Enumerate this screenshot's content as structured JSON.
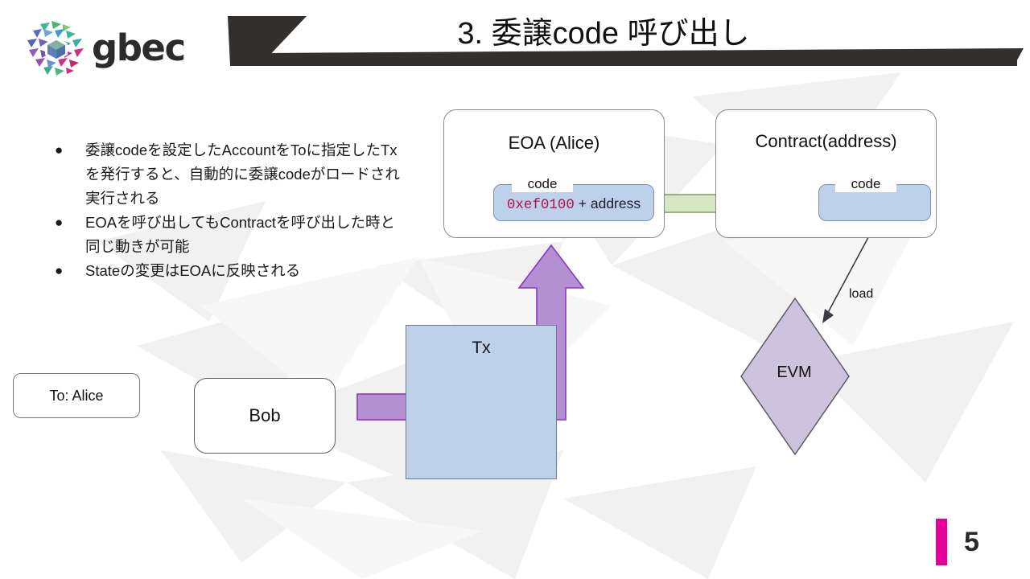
{
  "slide": {
    "page_number": "5",
    "accent_color": "#e5009a",
    "header_bar_color": "#33302d",
    "box_fill_blue": "#bdd2ea",
    "arrow_green": "#d6e7c3",
    "arrow_purple": "#b48fd1",
    "evm_fill": "#cec3de"
  },
  "header": {
    "logo_word": "gbec",
    "logo_mark_name": "gbec-hexagon-mosaic",
    "title": "3. 委譲code 呼び出し"
  },
  "bullets": [
    {
      "marker": "●",
      "text": "委譲codeを設定したAccountをToに指定したTxを発行すると、自動的に委譲codeがロードされ実行される"
    },
    {
      "marker": "●",
      "text": "EOAを呼び出してもContractを呼び出した時と同じ動きが可能"
    },
    {
      "marker": "●",
      "text": "Stateの変更はEOAに反映される"
    }
  ],
  "diagram": {
    "eoa": {
      "title": "EOA (Alice)",
      "code_label": "code",
      "code_hex": "0xef0100",
      "code_rest": " + address"
    },
    "contract": {
      "title": "Contract(address)",
      "code_label": "code"
    },
    "tx": {
      "title": "Tx",
      "to_label": "To: Alice"
    },
    "bob": {
      "label": "Bob"
    },
    "evm": {
      "label": "EVM"
    },
    "load_arrow": {
      "label": "load"
    }
  }
}
